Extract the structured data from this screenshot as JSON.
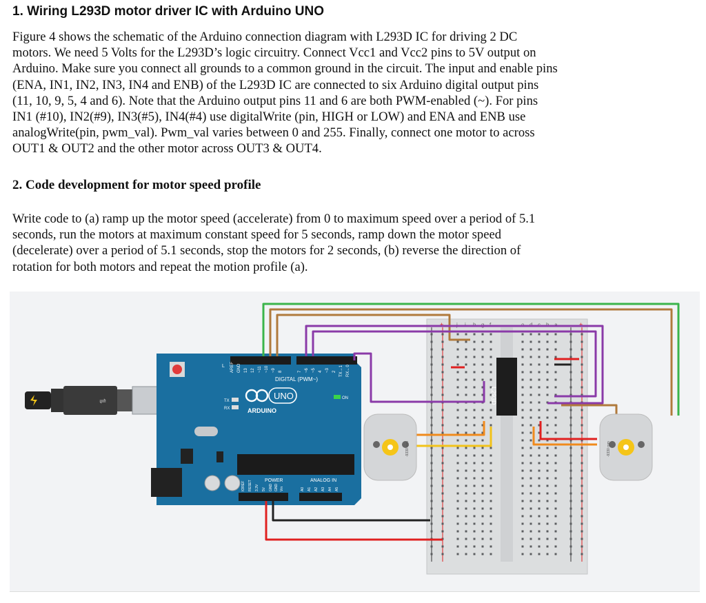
{
  "section1": {
    "title": "1. Wiring L293D motor driver IC with Arduino UNO",
    "lines": [
      "Figure 4 shows the schematic of the Arduino connection diagram with L293D IC for driving 2 DC",
      "motors.  We need 5 Volts for the L293D’s logic circuitry. Connect Vcc1 and Vcc2 pins to 5V output on",
      "Arduino. Make sure you connect all grounds to a common ground in the circuit. The input and enable pins",
      "(ENA, IN1, IN2, IN3, IN4 and ENB) of the L293D IC are connected to six Arduino digital output pins",
      "(11, 10, 9, 5, 4 and 6). Note that the Arduino output pins 11 and 6 are both PWM-enabled (~). For pins",
      "IN1 (#10), IN2(#9), IN3(#5), IN4(#4) use  digitalWrite (pin, HIGH or LOW) and ENA and ENB use",
      "analogWrite(pin, pwm_val). Pwm_val varies between 0 and 255. Finally, connect one motor to across",
      "OUT1 & OUT2 and the other motor across OUT3 & OUT4."
    ]
  },
  "section2": {
    "title": "2. Code development for motor speed profile",
    "lines": [
      "Write code to (a) ramp up the motor speed (accelerate) from 0 to maximum speed over a period of  5.1",
      "seconds, run the motors at maximum constant speed for 5 seconds, ramp down the motor speed",
      "(decelerate) over a period of  5.1 seconds,  stop the motors for 2 seconds, (b) reverse the direction of",
      "rotation for both motors and repeat the motion profile (a)."
    ]
  },
  "figure": {
    "board": {
      "brand": "ARDUINO",
      "model": "UNO",
      "digital_label": "DIGITAL (PWM~)",
      "power_label": "POWER",
      "analog_label": "ANALOG IN",
      "tx_label": "TX",
      "rx_label": "RX",
      "on_label": "ON",
      "l_label": "L",
      "digital_pins": [
        "AREF",
        "GND",
        "13",
        "12",
        "~11",
        "~10",
        "~9",
        "8",
        "7",
        "~6",
        "~5",
        "4",
        "~3",
        "2",
        "TX→1",
        "RX←0"
      ],
      "power_pins": [
        "IOREF",
        "RESET",
        "3.3V",
        "5V",
        "GND",
        "GND",
        "Vin"
      ],
      "analog_pins": [
        "A0",
        "A1",
        "A2",
        "A3",
        "A4",
        "A5"
      ]
    },
    "chip_label": "L293D",
    "breadboard": {
      "top_cols": [
        "j",
        "i",
        "h",
        "g",
        "f",
        "e",
        "d",
        "c",
        "b",
        "a"
      ],
      "rail_plus": "+",
      "rail_minus": "–"
    },
    "motor_label": "-9330 rpm",
    "colors": {
      "board_blue": "#1a6fa0",
      "wire_red": "#e02020",
      "wire_green": "#3bb44a",
      "wire_brown": "#b07a3c",
      "wire_purple": "#8a3aa8",
      "wire_orange": "#f08a1c",
      "wire_yellow": "#f2c31a",
      "wire_black": "#222222"
    }
  }
}
